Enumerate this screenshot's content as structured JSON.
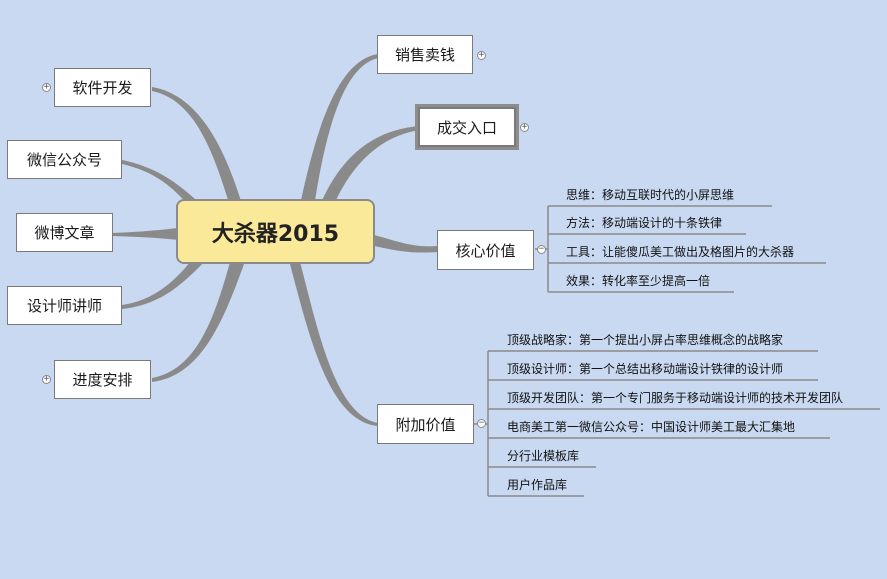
{
  "root": {
    "label": "大杀器2015"
  },
  "branches": {
    "sales": "销售卖钱",
    "deal": "成交入口",
    "core": "核心价值",
    "extra": "附加价值",
    "software": "软件开发",
    "wechat": "微信公众号",
    "weibo": "微博文章",
    "designer_talk": "设计师讲师",
    "schedule": "进度安排"
  },
  "core_items": [
    "思维：移动互联时代的小屏思维",
    "方法：移动端设计的十条铁律",
    "工具：让能傻瓜美工做出及格图片的大杀器",
    "效果：转化率至少提高一倍"
  ],
  "extra_items": [
    "顶级战略家：第一个提出小屏占率思维概念的战略家",
    "顶级设计师：第一个总结出移动端设计铁律的设计师",
    "顶级开发团队：第一个专门服务于移动端设计师的技术开发团队",
    "电商美工第一微信公众号：中国设计师美工最大汇集地",
    "分行业模板库",
    "用户作品库"
  ],
  "toggles": {
    "expand": "+",
    "collapse": "−"
  },
  "colors": {
    "background": "#c9d9f1",
    "connector": "#8a8a8a",
    "root_fill": "#fbe99a"
  }
}
